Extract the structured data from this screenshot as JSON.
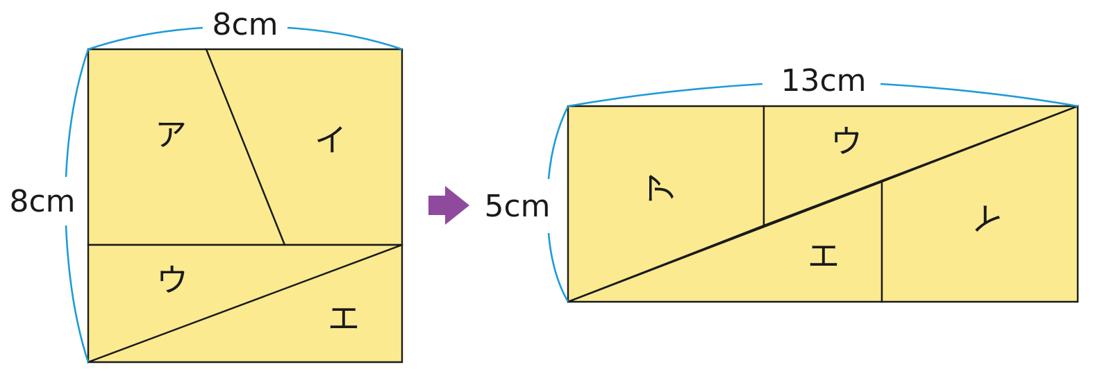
{
  "colors": {
    "piece_fill": "#fbea90",
    "outline": "#1a1a1a",
    "bracket": "#1d9bd9",
    "arrow": "#8f4a9e"
  },
  "square": {
    "top_dimension": "8cm",
    "side_dimension": "8cm",
    "pieces": {
      "a": "ア",
      "i": "イ",
      "u": "ウ",
      "e": "エ"
    }
  },
  "arrow_icon": "right-arrow-icon",
  "rectangle": {
    "top_dimension": "13cm",
    "side_dimension": "5cm",
    "pieces": {
      "a": "ア",
      "u": "ウ",
      "e": "エ",
      "i": "イ"
    }
  }
}
